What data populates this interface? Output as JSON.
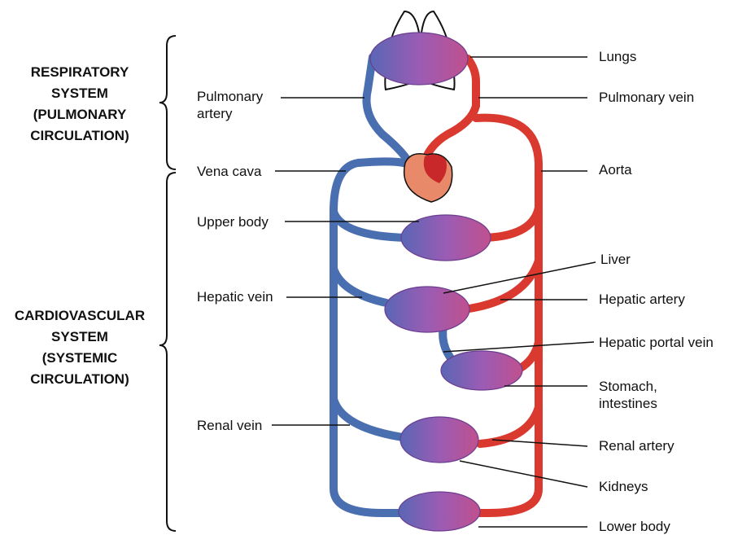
{
  "systems": {
    "respiratory": [
      "RESPIRATORY",
      "SYSTEM",
      "(PULMONARY",
      "CIRCULATION)"
    ],
    "cardiovascular": [
      "CARDIOVASCULAR",
      "SYSTEM",
      "(SYSTEMIC",
      "CIRCULATION)"
    ]
  },
  "labels_left": {
    "pulmonary_artery": [
      "Pulmonary",
      "artery"
    ],
    "vena_cava": "Vena cava",
    "upper_body": "Upper body",
    "hepatic_vein": "Hepatic vein",
    "renal_vein": "Renal vein"
  },
  "labels_right": {
    "lungs": "Lungs",
    "pulmonary_vein": "Pulmonary vein",
    "aorta": "Aorta",
    "liver": "Liver",
    "hepatic_artery": "Hepatic artery",
    "hepatic_portal_vein": "Hepatic portal vein",
    "stomach_intestines": [
      "Stomach,",
      "intestines"
    ],
    "renal_artery": "Renal artery",
    "kidneys": "Kidneys",
    "lower_body": "Lower body"
  },
  "colors": {
    "vein_blue": "#4a6fb0",
    "artery_red": "#d9392e",
    "capillary_purple": "#8b5fb0",
    "heart_salmon": "#e88a6a"
  }
}
